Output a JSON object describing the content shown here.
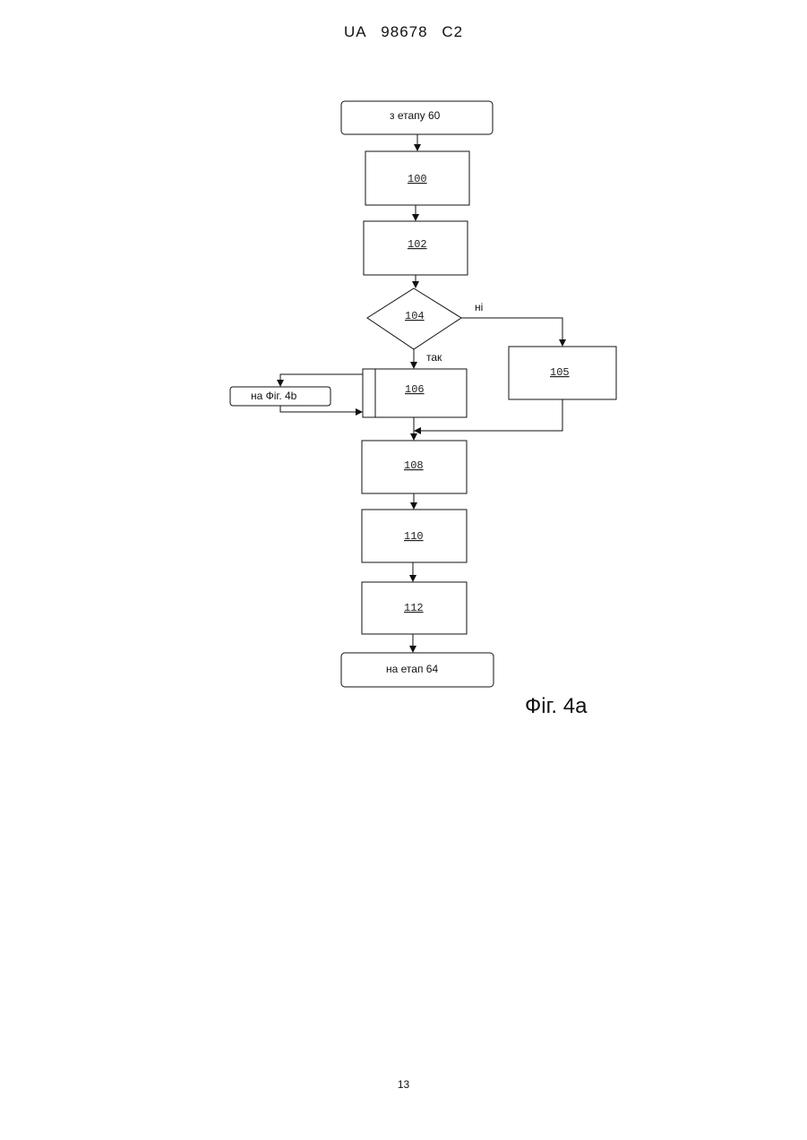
{
  "header": {
    "country": "UA",
    "number": "98678",
    "kind": "C2"
  },
  "flowchart": {
    "start": "з етапу 60",
    "end": "на етап 64",
    "offpage": "на Фіг. 4b",
    "steps": {
      "s100": "100",
      "s102": "102",
      "s105": "105",
      "s106": "106",
      "s108": "108",
      "s110": "110",
      "s112": "112"
    },
    "decision": "104",
    "yes_label": "так",
    "no_label": "ні"
  },
  "caption": "Фіг. 4a",
  "page_number": "13"
}
